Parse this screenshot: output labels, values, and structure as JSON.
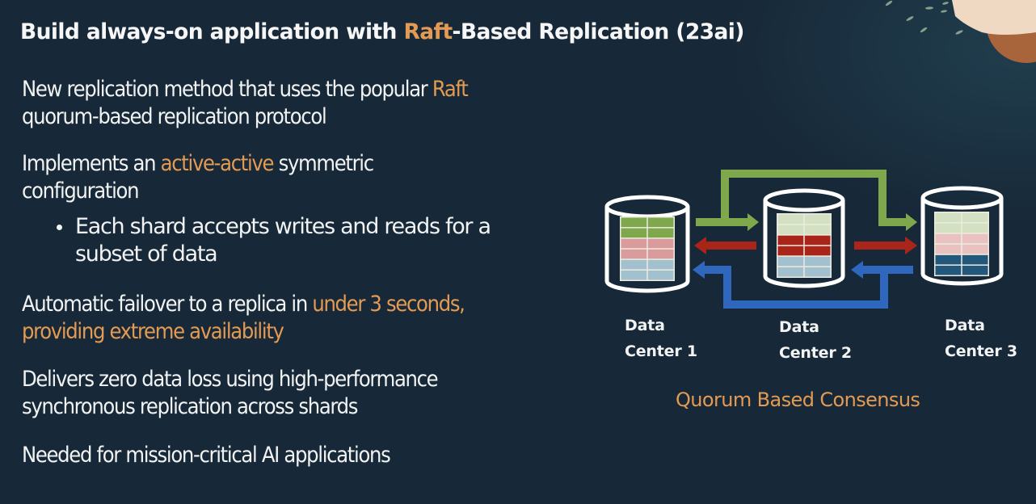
{
  "slide": {
    "title": {
      "before": "Build always-on application with ",
      "highlight": "Raft",
      "after": "-Based Replication (23ai)"
    },
    "points": [
      {
        "lines": [
          [
            {
              "text": "New replication method that uses the popular "
            },
            {
              "text": "Raft",
              "highlight": true
            }
          ],
          [
            {
              "text": "quorum-based replication protocol"
            }
          ]
        ]
      },
      {
        "lines": [
          [
            {
              "text": "Implements an "
            },
            {
              "text": "active-active",
              "highlight": true
            },
            {
              "text": " symmetric"
            }
          ],
          [
            {
              "text": "configuration"
            }
          ]
        ],
        "sub_points": [
          {
            "lines": [
              "Each shard accepts writes and reads for a",
              "subset of data"
            ]
          }
        ]
      },
      {
        "lines": [
          [
            {
              "text": "Automatic failover to a replica in "
            },
            {
              "text": "under 3 seconds,",
              "highlight": true
            }
          ],
          [
            {
              "text": "providing extreme availability",
              "highlight": true
            }
          ]
        ]
      },
      {
        "lines": [
          [
            {
              "text": "Delivers zero data loss using high-performance"
            }
          ],
          [
            {
              "text": "synchronous replication across shards"
            }
          ]
        ]
      },
      {
        "lines": [
          [
            {
              "text": "Needed for mission-critical AI applications"
            }
          ]
        ]
      }
    ]
  },
  "diagram": {
    "caption": "Quorum Based Consensus",
    "data_centers": [
      {
        "label_line1": "Data",
        "label_line2": "Center  1",
        "rows": [
          "green",
          "green",
          "pink",
          "pink",
          "lightblue",
          "lightblue"
        ]
      },
      {
        "label_line1": "Data",
        "label_line2": "Center  2",
        "rows": [
          "palegreen",
          "palegreen",
          "red",
          "red",
          "lightblue",
          "lightblue"
        ]
      },
      {
        "label_line1": "Data",
        "label_line2": "Center  3",
        "rows": [
          "palegreen",
          "palegreen",
          "palepink",
          "palepink",
          "navy",
          "navy"
        ]
      }
    ],
    "flows": [
      {
        "name": "green-flow",
        "from": "Data Center 1",
        "to": [
          "Data Center 2",
          "Data Center 3"
        ],
        "color": "green"
      },
      {
        "name": "red-flow",
        "from": "Data Center 2",
        "to": [
          "Data Center 1",
          "Data Center 3"
        ],
        "color": "red"
      },
      {
        "name": "blue-flow",
        "from": "Data Center 3",
        "to": [
          "Data Center 2",
          "Data Center 1"
        ],
        "color": "blue"
      }
    ],
    "palette": {
      "green": "#7fa74b",
      "palegreen": "#d3e0c1",
      "pink": "#d99b9b",
      "palepink": "#e9c2bf",
      "red": "#a92519",
      "lightblue": "#a3c0cf",
      "navy": "#23577c",
      "blue": "#2f67bf",
      "cylinder": "#ffffff",
      "cell_border": "#ecebe2"
    }
  },
  "theme": {
    "background": "#172838",
    "text": "#f2f3f3",
    "accent": "#e39b53"
  }
}
